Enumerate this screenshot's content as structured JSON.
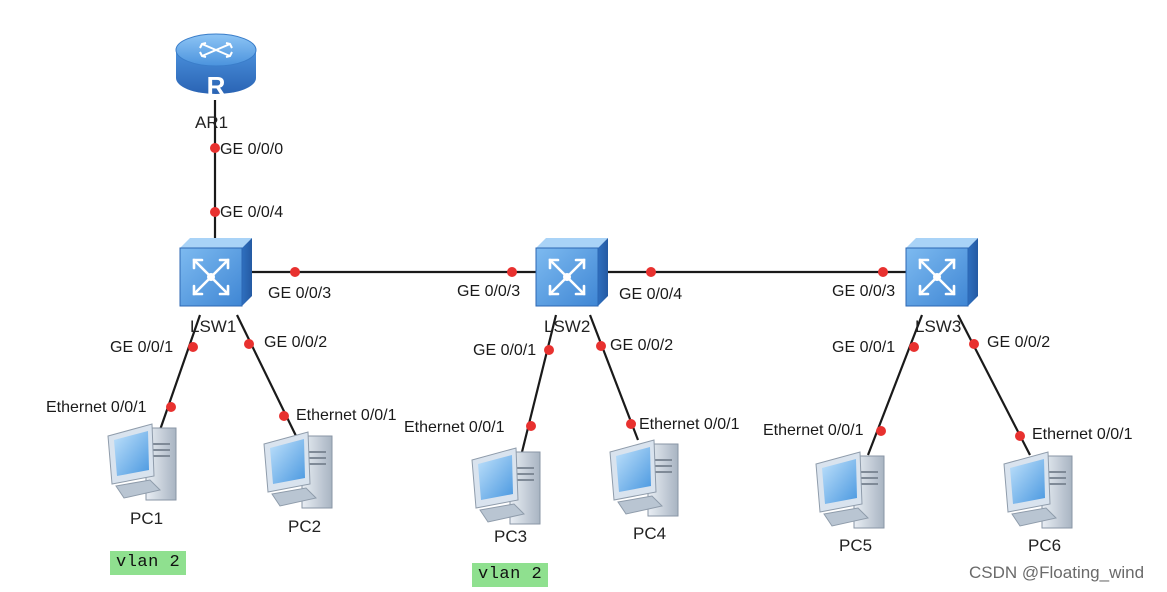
{
  "devices": {
    "ar1": "AR1",
    "router_glyph": "R",
    "lsw1": "LSW1",
    "lsw2": "LSW2",
    "lsw3": "LSW3",
    "pc1": "PC1",
    "pc2": "PC2",
    "pc3": "PC3",
    "pc4": "PC4",
    "pc5": "PC5",
    "pc6": "PC6"
  },
  "ports": {
    "ar1_g000": "GE 0/0/0",
    "lsw1_g004": "GE 0/0/4",
    "lsw1_g003": "GE 0/0/3",
    "lsw1_g001": "GE 0/0/1",
    "lsw1_g002": "GE 0/0/2",
    "pc1_eth": "Ethernet 0/0/1",
    "pc2_eth": "Ethernet 0/0/1",
    "lsw2_g003": "GE 0/0/3",
    "lsw2_g004": "GE 0/0/4",
    "lsw2_g001": "GE 0/0/1",
    "lsw2_g002": "GE 0/0/2",
    "pc3_eth": "Ethernet 0/0/1",
    "pc4_eth": "Ethernet 0/0/1",
    "lsw3_g003": "GE 0/0/3",
    "lsw3_g001": "GE 0/0/1",
    "lsw3_g002": "GE 0/0/2",
    "pc5_eth": "Ethernet 0/0/1",
    "pc6_eth": "Ethernet 0/0/1"
  },
  "tags": {
    "pc1_vlan": "vlan 2",
    "pc3_vlan": "vlan 2"
  },
  "watermark": "CSDN @Floating_wind",
  "colors": {
    "port_dot": "#e8312f",
    "link": "#1a1a1a",
    "device_blue": "#3f86d4",
    "vlan_bg": "#8fe08f"
  }
}
